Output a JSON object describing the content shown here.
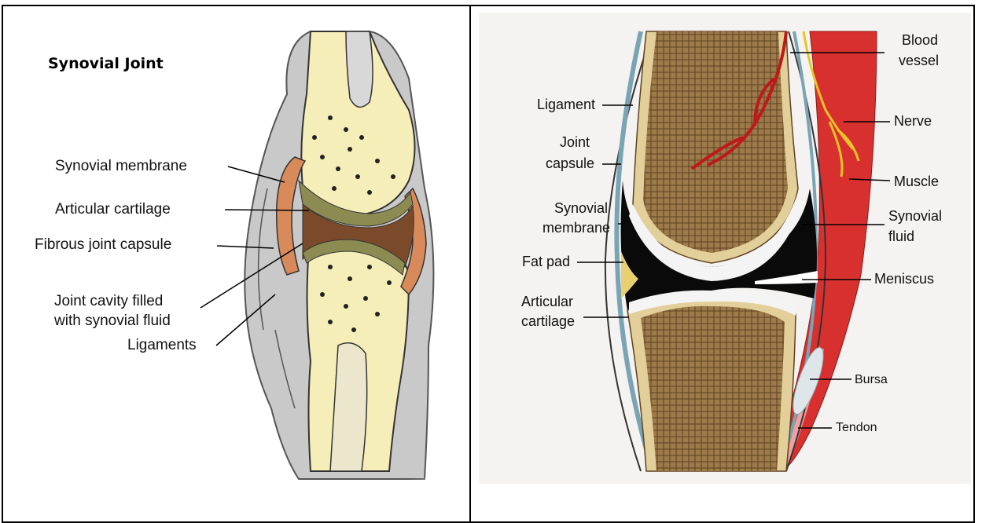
{
  "left_diagram": {
    "title": "Synovial Joint",
    "labels": {
      "synovial_membrane": "Synovial membrane",
      "articular_cartilage": "Articular cartilage",
      "fibrous_joint_capsule": "Fibrous joint capsule",
      "joint_cavity_line1": "Joint cavity filled",
      "joint_cavity_line2": "with synovial fluid",
      "ligaments": "Ligaments"
    }
  },
  "right_diagram": {
    "labels": {
      "blood_vessel_line1": "Blood",
      "blood_vessel_line2": "vessel",
      "nerve": "Nerve",
      "muscle": "Muscle",
      "synovial_fluid_line1": "Synovial",
      "synovial_fluid_line2": "fluid",
      "meniscus": "Meniscus",
      "bursa": "Bursa",
      "tendon": "Tendon",
      "ligament": "Ligament",
      "joint_capsule_line1": "Joint",
      "joint_capsule_line2": "capsule",
      "synovial_membrane_line1": "Synovial",
      "synovial_membrane_line2": "membrane",
      "fat_pad": "Fat pad",
      "articular_cartilage_line1": "Articular",
      "articular_cartilage_line2": "cartilage"
    }
  },
  "colors": {
    "bone_left": "#f6eeb8",
    "cartilage_left": "#8c8c52",
    "capsule_left": "#d98a5a",
    "cavity_left": "#7a4a2a",
    "bone_right": "#9c7a4a",
    "cortex_right": "#e3cf9a",
    "muscle": "#d8302e",
    "nerve": "#e8c428",
    "cavity_right": "#0a0a0a"
  }
}
